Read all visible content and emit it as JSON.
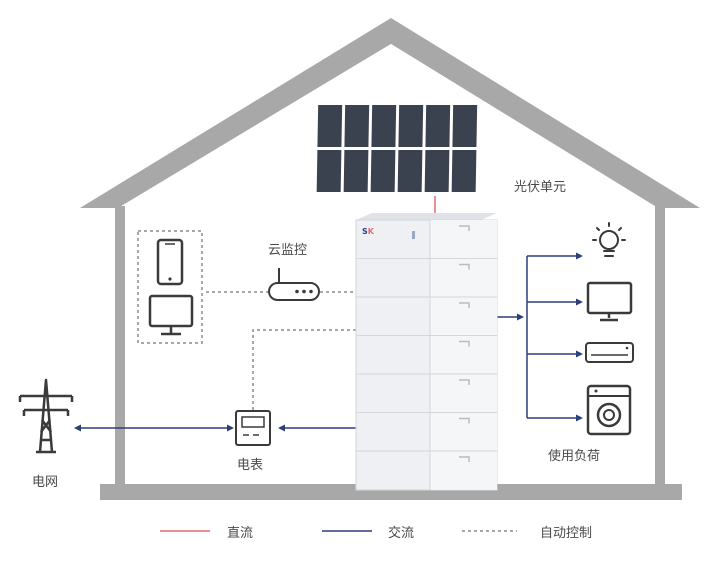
{
  "labels": {
    "pv": "光伏单元",
    "cloud": "云监控",
    "grid": "电网",
    "meter": "电表",
    "loads": "使用负荷"
  },
  "legend": {
    "dc": "直流",
    "ac": "交流",
    "auto": "自动控制"
  },
  "colors": {
    "house": "#a8a8a8",
    "dc": "#e26a6a",
    "ac": "#2d3f7a",
    "auto": "#8c8c8c",
    "icon": "#3a3a3a",
    "panel": "#3a4250",
    "battery": "#eef0f3"
  },
  "icons": [
    "phone-icon",
    "monitor-icon",
    "router-icon",
    "tower-icon",
    "meter-icon",
    "bulb-icon",
    "tv-icon",
    "ac-unit-icon",
    "washer-icon"
  ]
}
